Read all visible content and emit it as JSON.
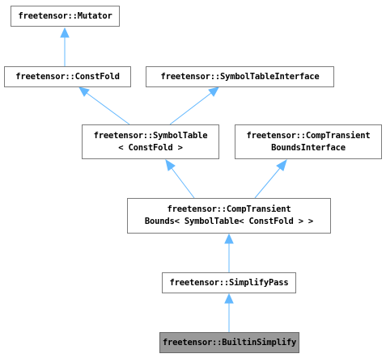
{
  "diagram": {
    "nodes": {
      "mutator": {
        "line1": "freetensor::Mutator",
        "line2": ""
      },
      "constfold": {
        "line1": "freetensor::ConstFold",
        "line2": ""
      },
      "symtabiface": {
        "line1": "freetensor::SymbolTableInterface",
        "line2": ""
      },
      "symtab": {
        "line1": "freetensor::SymbolTable",
        "line2": "< ConstFold >"
      },
      "ctbiface": {
        "line1": "freetensor::CompTransient",
        "line2": "BoundsInterface"
      },
      "ctb": {
        "line1": "freetensor::CompTransient",
        "line2": "Bounds< SymbolTable< ConstFold > >"
      },
      "simplifypass": {
        "line1": "freetensor::SimplifyPass",
        "line2": ""
      },
      "builtinsimplify": {
        "line1": "freetensor::BuiltinSimplify",
        "line2": ""
      }
    },
    "edge_color": "#63b8ff",
    "border_color": "#7c7c7c",
    "current_node_color": "#999999"
  }
}
